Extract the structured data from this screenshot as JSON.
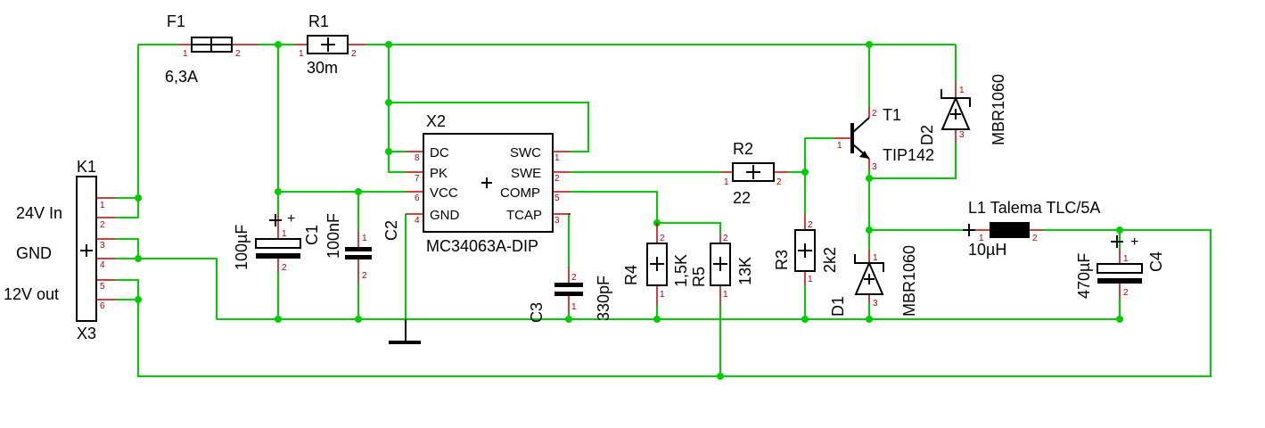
{
  "components": {
    "F1": {
      "ref": "F1",
      "value": "6,3A"
    },
    "R1": {
      "ref": "R1",
      "value": "30m"
    },
    "R2": {
      "ref": "R2",
      "value": "22"
    },
    "R3": {
      "ref": "R3",
      "value": "2k2"
    },
    "R4": {
      "ref": "R4",
      "value": "1,5K"
    },
    "R5": {
      "ref": "R5",
      "value": "13K"
    },
    "C1": {
      "ref": "C1",
      "value": "100nF"
    },
    "C1b": {
      "value": "100µF"
    },
    "C2": {
      "ref": "C2"
    },
    "C3": {
      "ref": "C3",
      "value": "330pF"
    },
    "C4": {
      "ref": "C4",
      "value": "470µF"
    },
    "T1": {
      "ref": "T1",
      "value": "TIP142"
    },
    "D1": {
      "ref": "D1",
      "value": "MBR1060"
    },
    "D2": {
      "ref": "D2",
      "value": "MBR1060"
    },
    "L1": {
      "ref": "L1 Talema TLC/5A",
      "value": "10µH"
    },
    "X2": {
      "ref": "X2",
      "value": "MC34063A-DIP",
      "pins": {
        "dc": "DC",
        "pk": "PK",
        "vcc": "VCC",
        "gnd": "GND",
        "swc": "SWC",
        "swe": "SWE",
        "comp": "COMP",
        "tcap": "TCAP"
      }
    },
    "K1": {
      "ref": "K1",
      "bottom_ref": "X3",
      "labels": [
        "24V In",
        "GND",
        "12V out"
      ]
    }
  }
}
